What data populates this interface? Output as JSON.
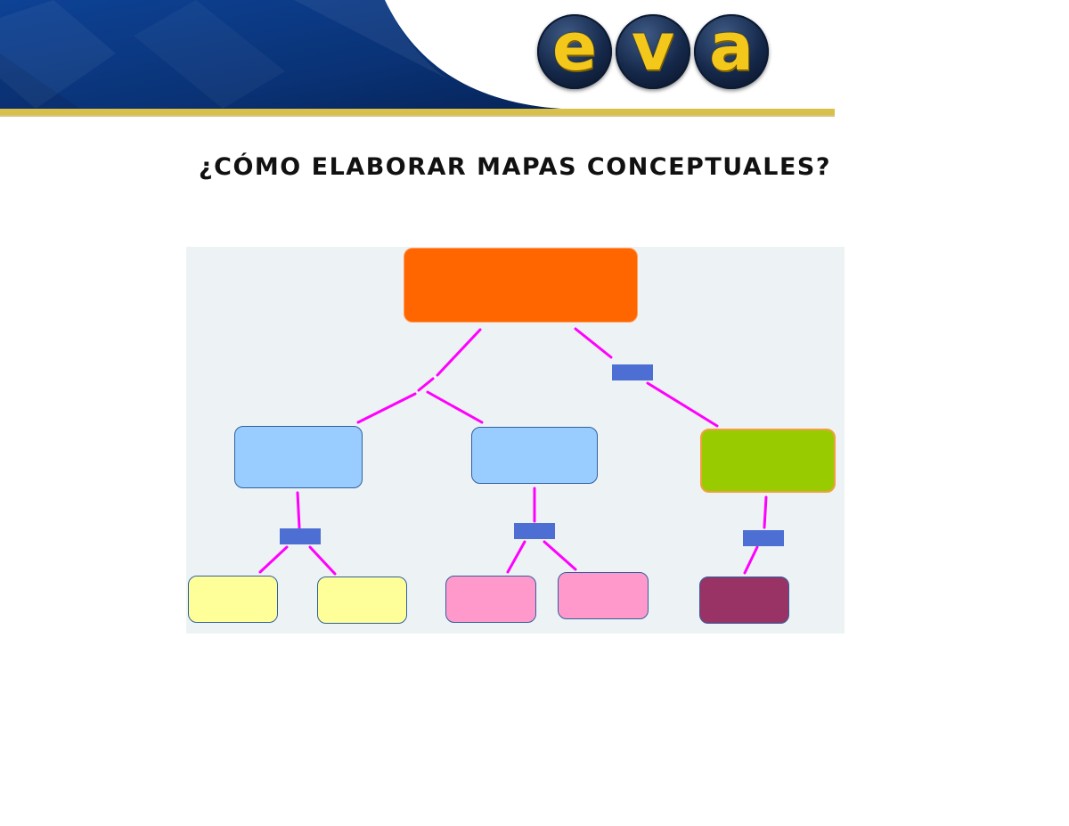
{
  "page": {
    "title": "¿CÓMO ELABORAR MAPAS CONCEPTUALES?"
  },
  "logo": {
    "letters": [
      "e",
      "v",
      "a"
    ]
  },
  "colors": {
    "banner_blue": "#0b3a86",
    "gold_stripe": "#d9c04b",
    "root_node": "#ff6600",
    "blue_nodes": "#99ccff",
    "green_node": "#99cc00",
    "yellow_nodes": "#ffff99",
    "pink_nodes": "#ff99cc",
    "purple_node": "#993366",
    "link_labels": "#4d6fd4",
    "connectors": "#ff00ff",
    "panel_bg": "#edf3f5"
  },
  "concept_map": {
    "root": "",
    "level_1": [
      "",
      "",
      ""
    ],
    "level_2": [
      "",
      "",
      "",
      "",
      ""
    ],
    "link_labels": [
      "",
      "",
      "",
      ""
    ]
  }
}
